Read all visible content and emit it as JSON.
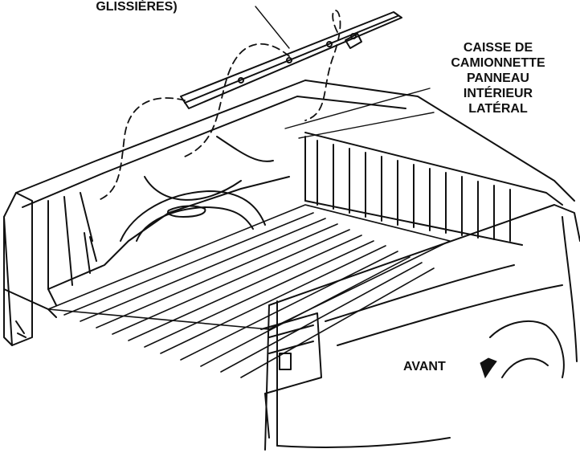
{
  "labels": {
    "rail": "GLISSIÈRES)",
    "panel": [
      "CAISSE DE",
      "CAMIONNETTE",
      "PANNEAU",
      "INTÉRIEUR",
      "LATÉRAL"
    ],
    "front": "AVANT"
  },
  "colors": {
    "line": "#111111",
    "background": "#ffffff"
  },
  "icons": {
    "front_arrow": "arrow-icon"
  }
}
